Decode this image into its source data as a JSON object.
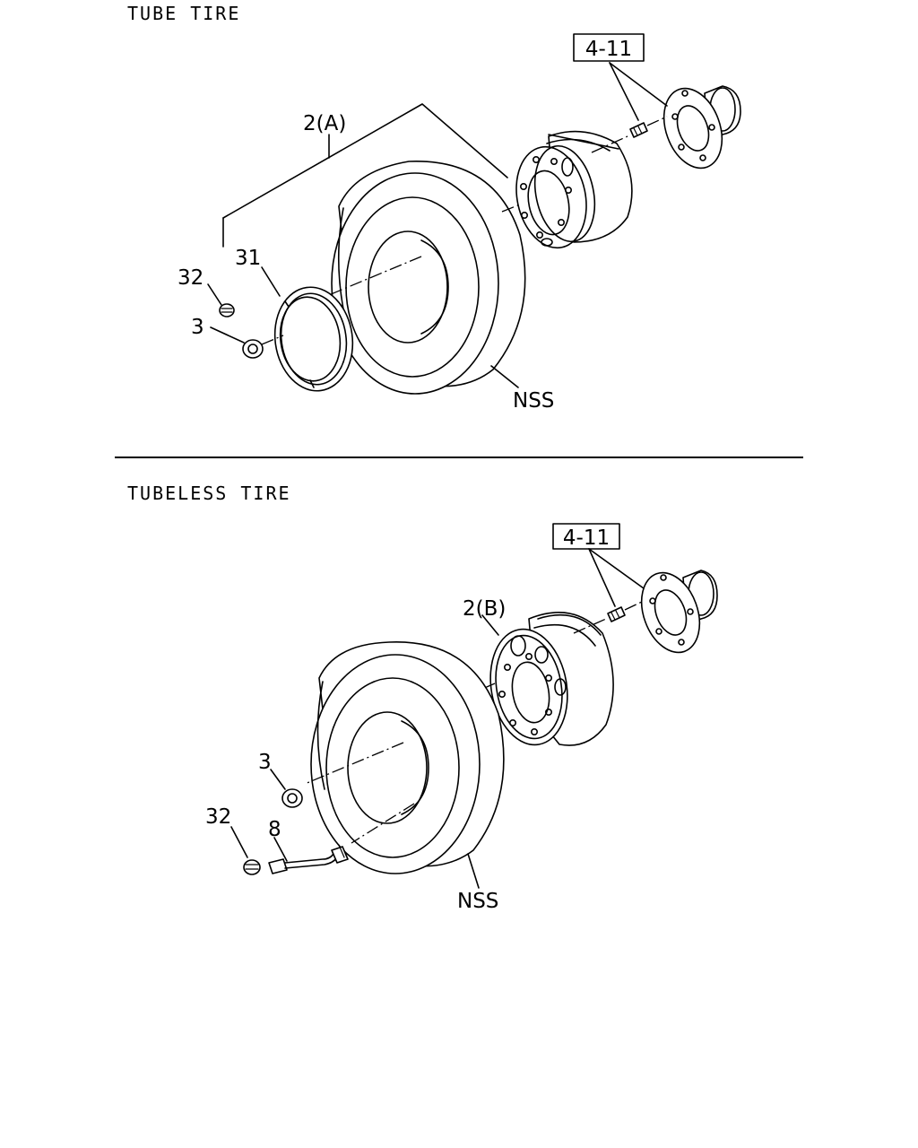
{
  "sections": {
    "tube": {
      "title": "TUBE TIRE",
      "labels": {
        "wheel_assy": "2(A)",
        "ring": "31",
        "cap": "32",
        "nut": "3",
        "tire": "NSS",
        "hub_ref": "4-11"
      }
    },
    "tubeless": {
      "title": "TUBELESS TIRE",
      "labels": {
        "wheel_assy": "2(B)",
        "nut": "3",
        "cap": "32",
        "valve": "8",
        "tire": "NSS",
        "hub_ref": "4-11"
      }
    }
  }
}
